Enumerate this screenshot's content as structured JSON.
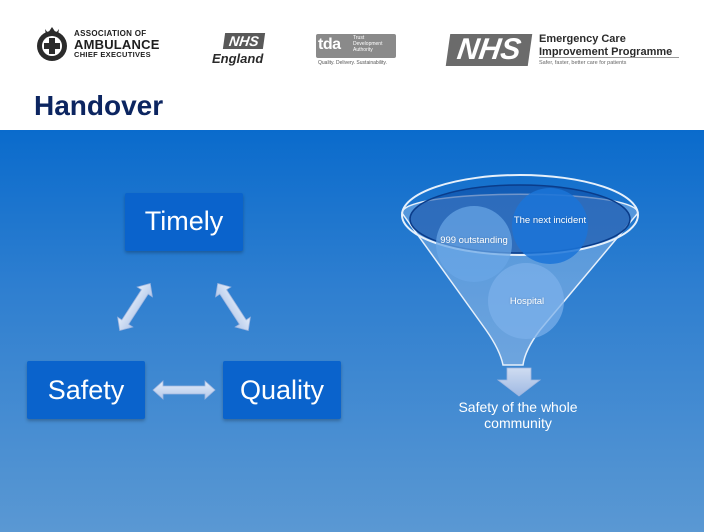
{
  "header": {
    "aace": {
      "line1": "ASSOCIATION OF",
      "line2": "AMBULANCE",
      "line3": "CHIEF EXECUTIVES"
    },
    "nhs_england": {
      "mark": "NHS",
      "label": "England"
    },
    "tda": {
      "mark": "tda",
      "side_line1": "Trust",
      "side_line2": "Development",
      "side_line3": "Authority",
      "tagline": "Quality. Delivery. Sustainability."
    },
    "ecip": {
      "mark": "NHS",
      "title_line1": "Emergency Care",
      "title_line2": "Improvement Programme",
      "tagline": "Safer, faster, better care for patients"
    }
  },
  "slide": {
    "title": "Handover"
  },
  "triangle": {
    "timely": "Timely",
    "safety": "Safety",
    "quality": "Quality"
  },
  "funnel": {
    "circle_999": "999 outstanding",
    "circle_next": "The next incident",
    "circle_hospital": "Hospital",
    "caption": "Safety of the whole community"
  },
  "colors": {
    "title": "#0c2560",
    "box": "#0a63cc",
    "panel_top": "#0a6bcc",
    "panel_bottom": "#5a98d3",
    "arrow": "#c6d6ef"
  }
}
